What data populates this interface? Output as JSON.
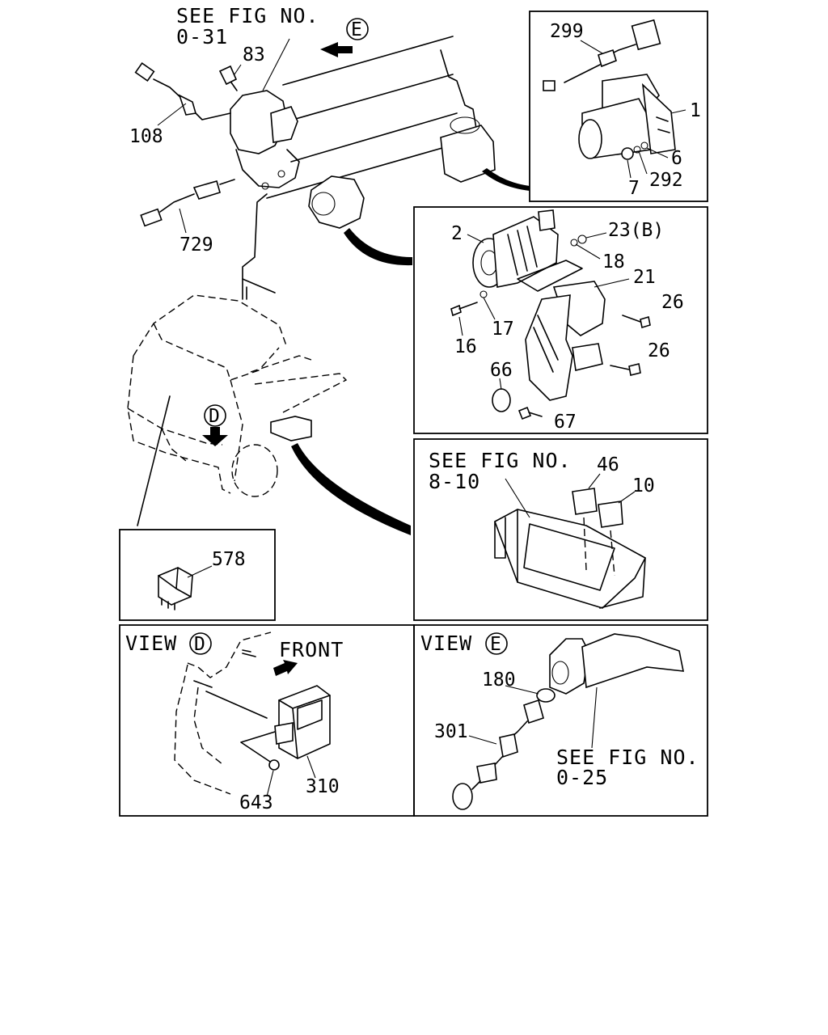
{
  "refs": {
    "fig_0_31": [
      "SEE FIG NO.",
      "0-31"
    ],
    "fig_8_10": [
      "SEE FIG NO.",
      "8-10"
    ],
    "fig_0_25": [
      "SEE FIG NO.",
      "0-25"
    ]
  },
  "views": {
    "d": {
      "word": "VIEW",
      "letter": "D"
    },
    "e": {
      "word": "VIEW",
      "letter": "E"
    },
    "front": "FRONT"
  },
  "markers": {
    "e": "E",
    "d": "D"
  },
  "callouts": {
    "p83": "83",
    "p108": "108",
    "p729": "729",
    "p299": "299",
    "p1": "1",
    "p6": "6",
    "p7": "7",
    "p292": "292",
    "p2": "2",
    "p23b": "23(B)",
    "p18": "18",
    "p21": "21",
    "p26a": "26",
    "p26b": "26",
    "p17": "17",
    "p16": "16",
    "p66": "66",
    "p67": "67",
    "p46": "46",
    "p10": "10",
    "p578": "578",
    "p310": "310",
    "p643": "643",
    "p180": "180",
    "p301": "301"
  }
}
